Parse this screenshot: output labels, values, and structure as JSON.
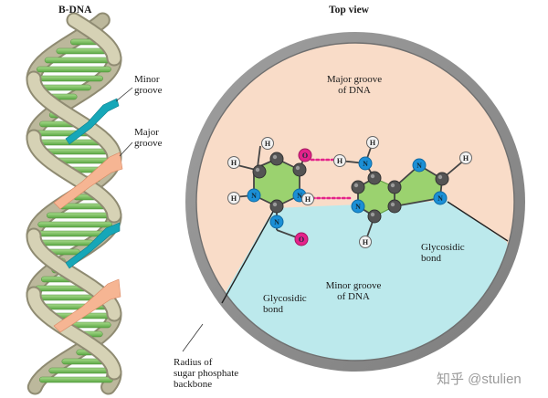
{
  "left_panel": {
    "title": "B-DNA",
    "minor_groove": [
      "Minor",
      "groove"
    ],
    "major_groove": [
      "Major",
      "groove"
    ]
  },
  "right_panel": {
    "title": "Top view",
    "major_groove": [
      "Major groove",
      "of DNA"
    ],
    "minor_groove": [
      "Minor groove",
      "of DNA"
    ],
    "glycosidic_left": [
      "Glycosidic",
      "bond"
    ],
    "glycosidic_right": [
      "Glycosidic",
      "bond"
    ],
    "radius": [
      "Radius of",
      "sugar phosphate",
      "backbone"
    ]
  },
  "atoms": {
    "H": "H",
    "N": "N",
    "O": "O"
  },
  "watermark": "知乎 @stulien",
  "colors": {
    "major_region": "#f9dcc8",
    "minor_region": "#bce9ec",
    "ring_border": "#8e8e8e",
    "helix_strand": "#cbc7a7",
    "base_pair": "#7ec364",
    "arrow_minor": "#16a7b8",
    "arrow_major": "#f6b593",
    "hbond": "#e4238a",
    "atom_n": "#1b8fd6",
    "atom_o": "#e4238a",
    "atom_c": "#545454",
    "atom_h": "#f2f2f2",
    "ring_fill": "#9bd26f"
  }
}
